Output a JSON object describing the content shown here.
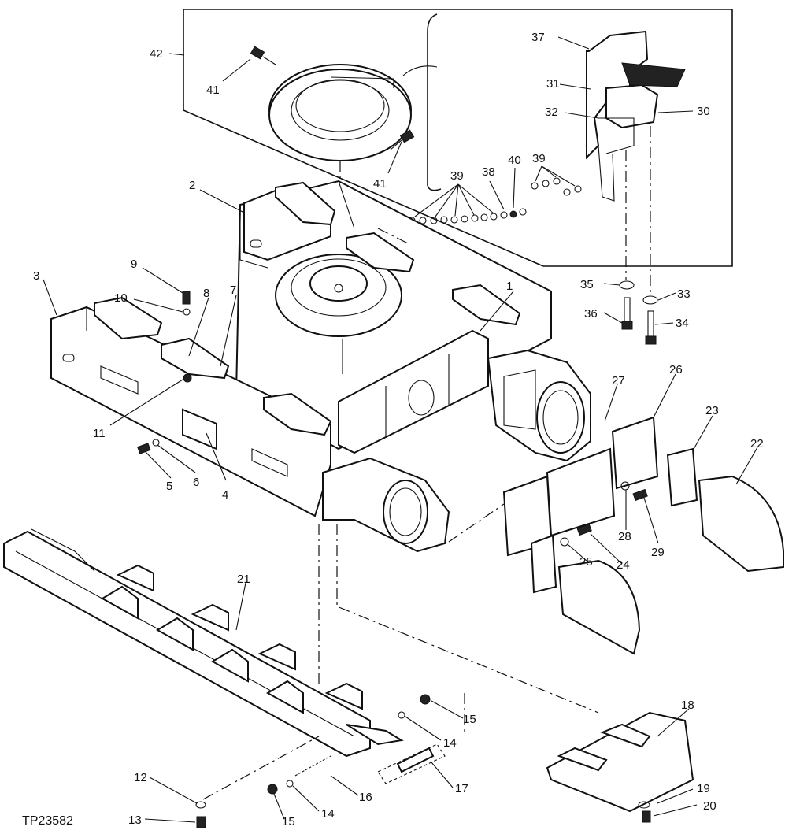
{
  "figure_id": "TP23582",
  "callouts": [
    "1",
    "2",
    "3",
    "4",
    "5",
    "6",
    "7",
    "8",
    "9",
    "10",
    "11",
    "12",
    "13",
    "14",
    "14",
    "15",
    "15",
    "16",
    "17",
    "18",
    "19",
    "20",
    "21",
    "22",
    "23",
    "24",
    "25",
    "26",
    "27",
    "28",
    "29",
    "30",
    "31",
    "32",
    "33",
    "34",
    "35",
    "36",
    "37",
    "38",
    "39",
    "39",
    "40",
    "41",
    "41",
    "42"
  ]
}
